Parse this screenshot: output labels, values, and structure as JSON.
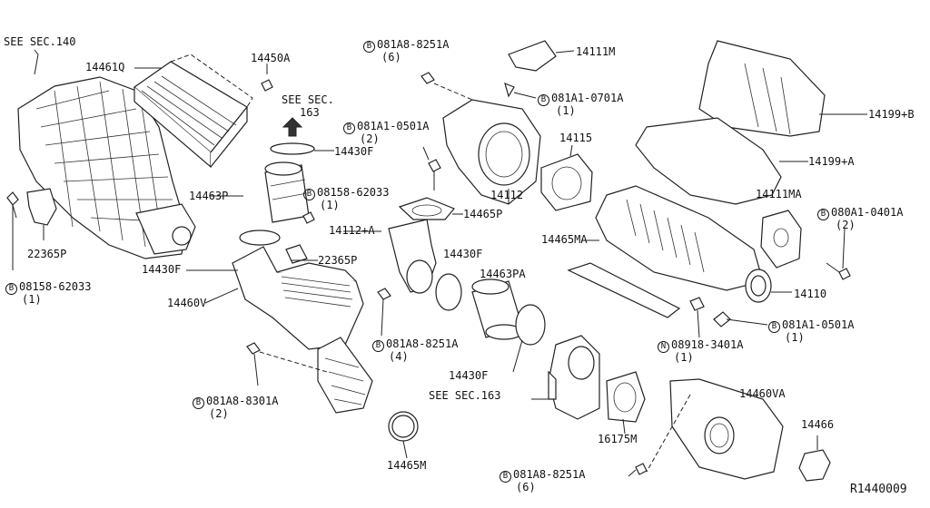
{
  "diagram": {
    "drawing_number": "R1440009",
    "labels": {
      "see_sec_140": "SEE SEC.140",
      "p_14461q": "14461Q",
      "p_14450a": "14450A",
      "see_sec_163_top_a": "SEE SEC.",
      "see_sec_163_top_b": "163",
      "p_14430f_a": "14430F",
      "p_14463p": "14463P",
      "p_08158_62033_a": "08158-62033",
      "p_08158_62033_a_qty": "(1)",
      "p_22365p_a": "22365P",
      "p_08158_62033_b": "08158-62033",
      "p_08158_62033_b_qty": "(1)",
      "p_14430f_b": "14430F",
      "p_22365p_b": "22365P",
      "p_14460v": "14460V",
      "p_081a8_8301a": "081A8-8301A",
      "p_081a8_8301a_qty": "(2)",
      "p_14465m": "14465M",
      "p_081a8_8251a_a": "081A8-8251A",
      "p_081a8_8251a_a_qty": "(6)",
      "p_14111m": "14111M",
      "p_081a1_0701a": "081A1-0701A",
      "p_081a1_0701a_qty": "(1)",
      "p_081a1_0501a_a": "081A1-0501A",
      "p_081a1_0501a_a_qty": "(2)",
      "p_14115": "14115",
      "p_14112": "14112",
      "p_14465p": "14465P",
      "p_14112_a": "14112+A",
      "p_14430f_c": "14430F",
      "p_14463pa": "14463PA",
      "p_081a8_8251a_b": "081A8-8251A",
      "p_081a8_8251a_b_qty": "(4)",
      "p_14430f_d": "14430F",
      "see_sec_163_mid": "SEE SEC.163",
      "p_16175m": "16175M",
      "p_14465ma": "14465MA",
      "p_14199_b": "14199+B",
      "p_14199_a": "14199+A",
      "p_14111ma": "14111MA",
      "p_080a1_0401a": "080A1-0401A",
      "p_080a1_0401a_qty": "(2)",
      "p_14110": "14110",
      "p_081a1_0501a_b": "081A1-0501A",
      "p_081a1_0501a_b_qty": "(1)",
      "p_08918_3401a": "08918-3401A",
      "p_08918_3401a_qty": "(1)",
      "p_14460va": "14460VA",
      "p_14466": "14466",
      "p_081a8_8251a_c": "081A8-8251A",
      "p_081a8_8251a_c_qty": "(6)"
    },
    "prefixes": {
      "b": "B",
      "n": "N"
    }
  }
}
